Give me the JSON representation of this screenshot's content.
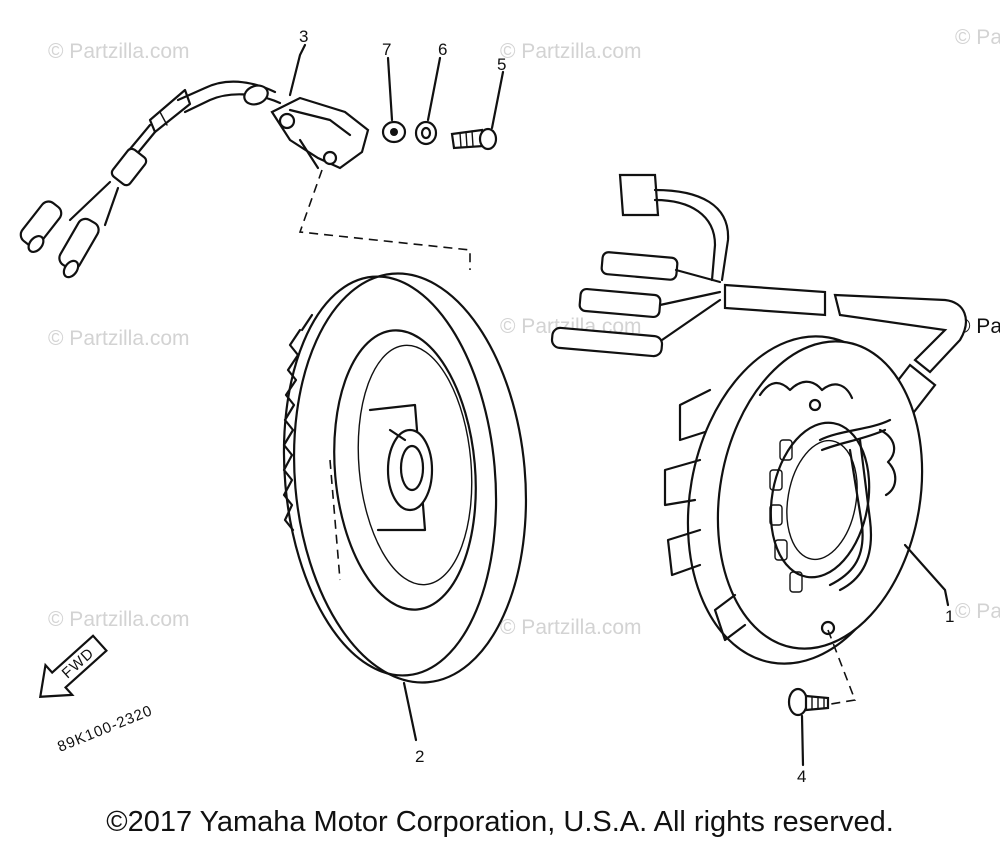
{
  "watermarks": [
    "© Partzilla.com",
    "© Partzilla.com",
    "© Pa",
    "© Partzilla.com",
    "© Partzilla.com",
    "© Pa",
    "© Partzilla.com",
    "© Partzilla.com",
    "© Pa"
  ],
  "callouts": {
    "part_1": "1",
    "part_2": "2",
    "part_3": "3",
    "part_4": "4",
    "part_5": "5",
    "part_6": "6",
    "part_7": "7"
  },
  "fwd_label": "FWD",
  "drawing_code": "89K100-2320",
  "copyright": "©2017 Yamaha Motor Corporation, U.S.A. All rights reserved."
}
